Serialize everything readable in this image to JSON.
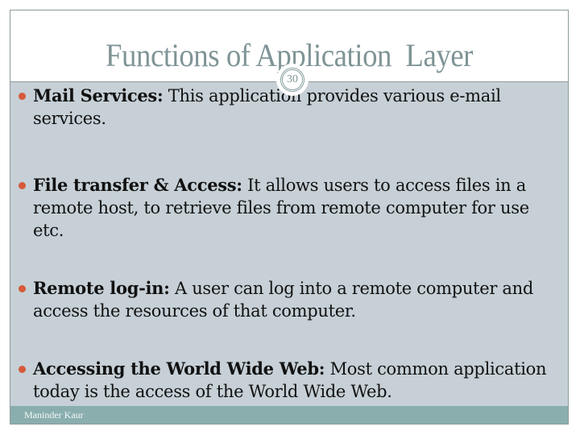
{
  "slide": {
    "title": "Functions of Application  Layer",
    "page_number": "30",
    "bullets": [
      {
        "term": "Mail Services:",
        "text": " This application provides various e-mail services."
      },
      {
        "term": "File transfer & Access:",
        "text": " It allows users to access files in a remote host, to retrieve files from remote computer for use etc."
      },
      {
        "term": "Remote log-in:",
        "text": " A user can log into a remote computer and access the resources of that computer."
      },
      {
        "term": "Accessing the World Wide Web:",
        "text": " Most common application today is the access of the World Wide Web."
      }
    ],
    "footer": {
      "author": "Maninder Kaur"
    },
    "colors": {
      "title": "#7f9496",
      "body_background": "#c6d0d6",
      "bullet": "#d65a3a",
      "footer_band": "#8aaeae",
      "frame": "#8e9a9c"
    }
  }
}
